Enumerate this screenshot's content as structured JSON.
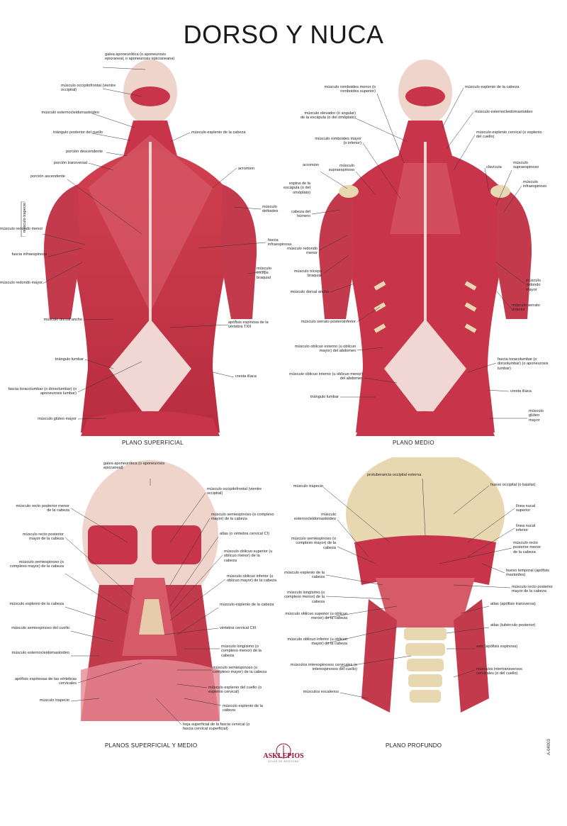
{
  "title": "DORSO Y NUCA",
  "colors": {
    "muscle": "#c8344a",
    "muscle_light": "#e58a93",
    "fascia": "#f1d7d3",
    "skin": "#efd4cb",
    "bone": "#e8d8b2",
    "logo": "#9b1030"
  },
  "panels": {
    "superficial": {
      "caption": "PLANO SUPERFICIAL",
      "left_labels": [
        "músculo esternocleidomastoideo",
        "triángulo posterior del cuello",
        "porción descendente",
        "porción transversal",
        "porción ascendente",
        "músculo redondo menor",
        "fascia infraespinosa",
        "músculo redondo mayor",
        "músculo dorsal ancho",
        "triángulo lumbar",
        "fascia toracolumbar (o dorsolumbar) (o aponeurosis lumbar)",
        "músculo glúteo mayor"
      ],
      "right_labels": [
        "galea aponeurótica (o aponeurosis epicraneal, o aponeurosis epicraneana)",
        "músculo occipitofrontal (vientre occipital)",
        "músculo esplenio de la cabeza",
        "acromion",
        "músculo deltoides",
        "fascia infraespinosa",
        "músculo tríceps braquial",
        "apófisis espinosa de la vértebra TXII",
        "cresta ilíaca"
      ],
      "trapezio_note": "músculo trapecio"
    },
    "medio": {
      "caption": "PLANO MEDIO",
      "left_labels": [
        "músculo romboides menor (o romboides superior)",
        "músculo elevador (o angular) de la escápula (o del omóplato)",
        "músculo romboides mayor (o inferior)",
        "acromion",
        "músculo supraespinoso",
        "espina de la escápula (o del omóplato)",
        "cabeza del húmero",
        "músculo redondo menor",
        "músculo tríceps braquial",
        "músculo dorsal ancho",
        "músculo serrato posteroinferior",
        "músculo oblicuo externo (u oblicuo mayor) del abdomen",
        "músculo oblicuo interno (u oblicuo menor) del abdomen",
        "triángulo lumbar"
      ],
      "right_labels": [
        "músculo esplenio de la cabeza",
        "músculo esternocleidomastoideo",
        "músculo esplenio cervical (o esplenio del cuello)",
        "clavícula",
        "músculo supraespinoso",
        "músculo infraespinoso",
        "músculo redondo mayor",
        "músculo serrato anterior",
        "fascia toracolumbar (o dorsolumbar) (o aponeurosis lumbar)",
        "cresta ilíaca",
        "músculo glúteo mayor"
      ]
    },
    "neck_sup": {
      "caption": "PLANOS SUPERFICIAL Y MEDIO",
      "left_labels": [
        "músculo recto posterior menor de la cabeza",
        "músculo recto posterior mayor de la cabeza",
        "músculo semiespinoso (o complexo mayor) de la cabeza",
        "músculo esplenio de la cabeza",
        "músculo semiespinoso del cuello",
        "músculo esternocleidomastoideo",
        "apófisis espinosas de las vértebras cervicales",
        "músculo trapecio"
      ],
      "right_labels": [
        "galea aponeurótica (o aponeurosis epicraneal)",
        "músculo occipitofrontal (vientre occipital)",
        "músculo semiespinoso (o complexo mayor) de la cabeza",
        "atlas (o vértebra cervical CI)",
        "músculo oblicuo superior (u oblicuo menor) de la cabeza",
        "músculo oblicuo inferior (u oblicuo mayor) de la cabeza",
        "músculo esplenio de la cabeza",
        "vértebra cervical CIII",
        "músculo longísimo (o complexo menor) de la cabeza",
        "músculo semiespinoso (o complexo mayor) de la cabeza",
        "músculo esplenio del cuello (o esplenio cervical)",
        "músculo esplenio de la cabeza",
        "hoja superficial de la fascia cervical (o fascia cervical superficial)"
      ]
    },
    "profundo": {
      "caption": "PLANO PROFUNDO",
      "left_labels": [
        "músculo trapecio",
        "músculo esternocleidomastoideo",
        "músculo semiespinoso (o complexo mayor) de la cabeza",
        "músculo esplenio de la cabeza",
        "músculo longísimo (o complexo menor) de la cabeza",
        "músculo oblicuo superior (u oblicuo menor) de la cabeza",
        "músculo oblicuo inferior (u oblicuo mayor) de la cabeza",
        "músculos interespinosos cervicales (o interespinosos del cuello)",
        "músculos escalenos"
      ],
      "right_labels": [
        "protuberancia occipital externa",
        "hueso occipital (o basilar)",
        "línea nucal superior",
        "línea nucal inferior",
        "músculo recto posterior menor de la cabeza",
        "hueso temporal (apófisis mastoides)",
        "músculo recto posterior mayor de la cabeza",
        "atlas (apófisis transversa)",
        "atlas (tubérculo posterior)",
        "axis (apófisis espinosa)",
        "músculos intertransversos cervicales (o del cuello)"
      ]
    }
  },
  "logo": {
    "name": "ASKLEPIOS",
    "subtitle": "ATLAS DE MEDICINA"
  },
  "code": "A-04003"
}
